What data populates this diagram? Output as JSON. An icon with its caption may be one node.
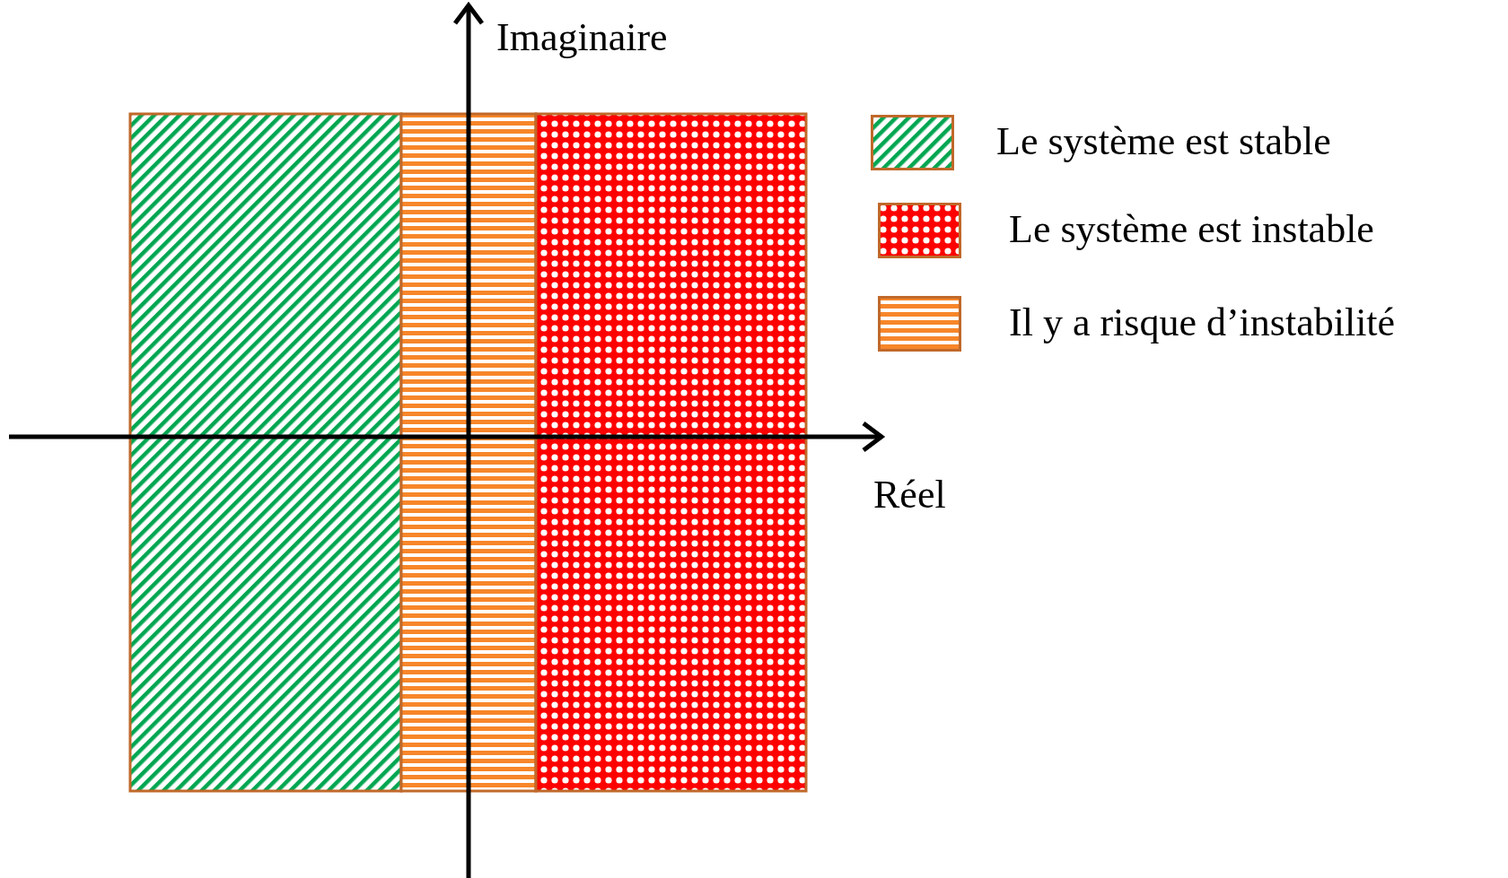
{
  "diagram": {
    "labels": [
      "Imaginaire",
      "Réel"
    ],
    "legend": [
      {
        "text": "Le système est stable",
        "color": "#00a651"
      },
      {
        "text": "Le système est instable",
        "color": "#ff0000"
      },
      {
        "text": "Il y a risque d’instabilité",
        "color": "#f7862a"
      }
    ]
  }
}
